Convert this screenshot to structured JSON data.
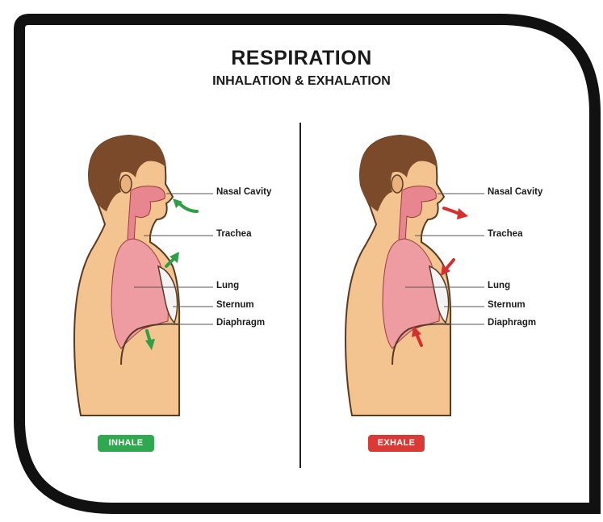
{
  "title": "RESPIRATION",
  "subtitle": "INHALATION & EXHALATION",
  "labels": {
    "nasal_cavity": "Nasal Cavity",
    "trachea": "Trachea",
    "lung": "Lung",
    "sternum": "Sternum",
    "diaphragm": "Diaphragm"
  },
  "inhale": {
    "badge": "INHALE"
  },
  "exhale": {
    "badge": "EXHALE"
  },
  "colors": {
    "frame": "#111111",
    "skin": "#f3c48f",
    "skin_outline": "#5a3a22",
    "hair": "#7b4a2b",
    "lung": "#ee9ca2",
    "airway": "#e8868f",
    "sternum": "#f4f4f4",
    "inhale_arrow": "#2f9e44",
    "exhale_arrow": "#d62f2f",
    "inhale_badge": "#2fa84f",
    "exhale_badge": "#d93a35",
    "divider": "#222222"
  }
}
